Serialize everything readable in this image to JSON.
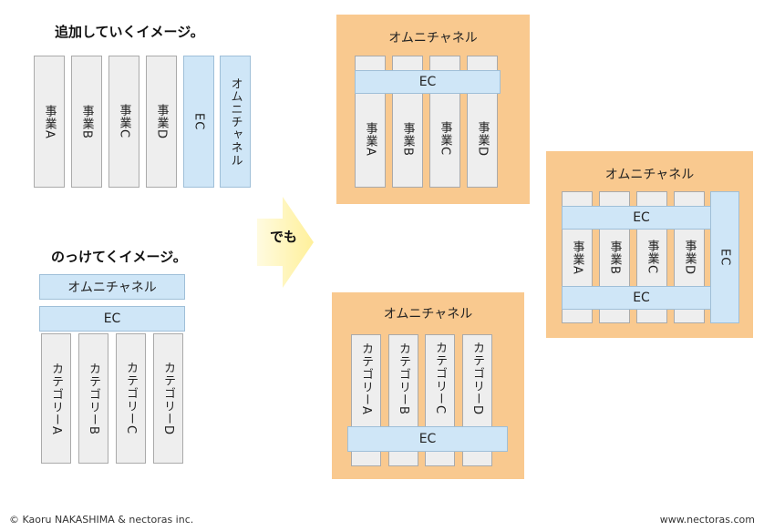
{
  "left_top": {
    "heading": "追加していくイメージ。",
    "columns": [
      "事業A",
      "事業B",
      "事業C",
      "事業D",
      "EC",
      "オムニチャネル"
    ]
  },
  "left_bottom": {
    "heading": "のっけてくイメージ。",
    "bar_omni": "オムニチャネル",
    "bar_ec": "EC",
    "columns": [
      "カテゴリーA",
      "カテゴリーB",
      "カテゴリーC",
      "カテゴリーD"
    ]
  },
  "arrow": {
    "label": "でも"
  },
  "panel1": {
    "title": "オムニチャネル",
    "ec": "EC",
    "columns": [
      "事業A",
      "事業B",
      "事業C",
      "事業D"
    ]
  },
  "panel2": {
    "title": "オムニチャネル",
    "ec_top": "EC",
    "ec_bottom": "EC",
    "ec_side": "EC",
    "columns": [
      "事業A",
      "事業B",
      "事業C",
      "事業D"
    ]
  },
  "panel3": {
    "title": "オムニチャネル",
    "ec": "EC",
    "columns": [
      "カテゴリーA",
      "カテゴリーB",
      "カテゴリーC",
      "カテゴリーD"
    ]
  },
  "footer": {
    "copyright": "© Kaoru NAKASHIMA & nectoras inc.",
    "site": "www.nectoras.com"
  },
  "colors": {
    "panel_orange": "#f9c98f",
    "ec_blue": "#cfe6f7",
    "column_gray": "#eeeeee",
    "arrow_yellow": "#fff4a8"
  }
}
